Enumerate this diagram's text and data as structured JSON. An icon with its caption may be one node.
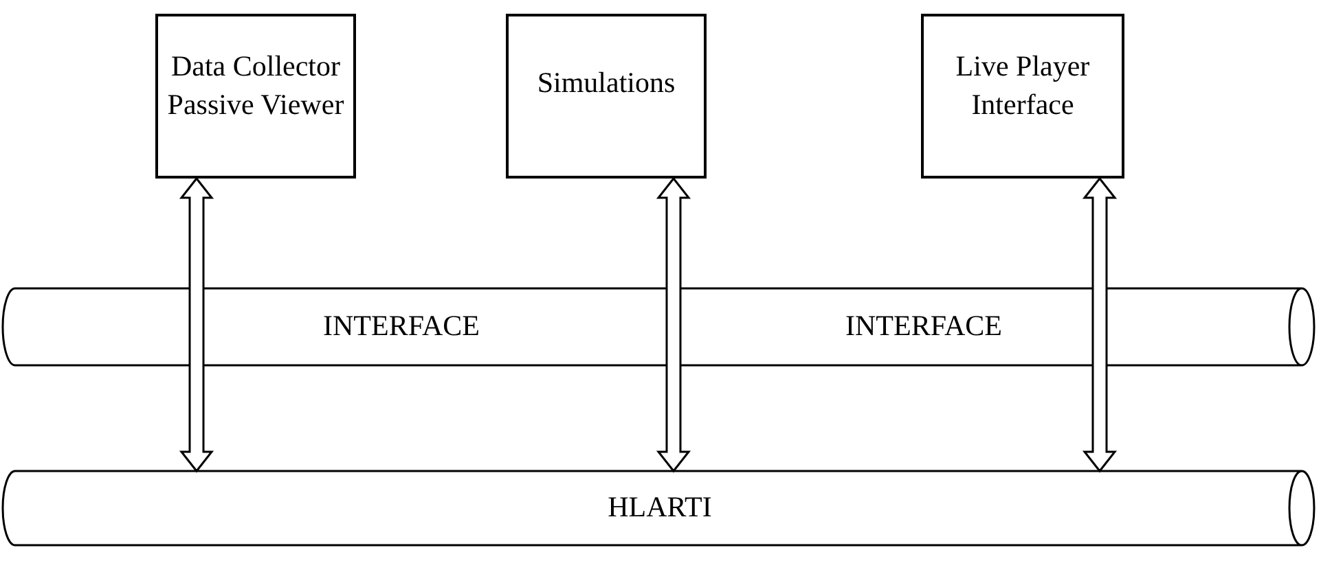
{
  "diagram": {
    "nodes": [
      {
        "text": [
          "Data Collector Passive Viewer"
        ]
      },
      {
        "text": [
          "Simulations"
        ]
      },
      {
        "text": [
          "Live Player Interface"
        ]
      },
      {
        "text": [
          "INTERFACE",
          "INTERFACE"
        ]
      },
      {
        "text": [
          "HLARTI"
        ]
      }
    ],
    "edges": [
      {
        "from": 0,
        "to": 4,
        "arrow": "both"
      },
      {
        "from": 1,
        "to": 4,
        "arrow": "both"
      },
      {
        "from": 2,
        "to": 4,
        "arrow": "both"
      }
    ]
  }
}
